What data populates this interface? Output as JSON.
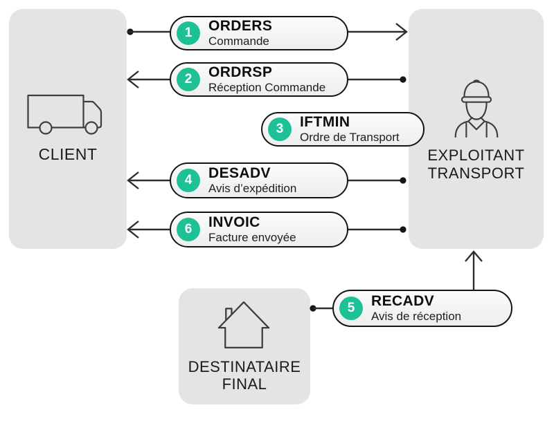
{
  "entities": {
    "client": {
      "label": "CLIENT",
      "icon": "truck-icon"
    },
    "transport_operator": {
      "label": "EXPLOITANT TRANSPORT",
      "icon": "construction-worker-icon"
    },
    "final_recipient": {
      "label": "DESTINATAIRE FINAL",
      "icon": "house-icon"
    }
  },
  "messages": [
    {
      "step": "1",
      "code": "ORDERS",
      "description": "Commande",
      "from": "CLIENT",
      "to": "EXPLOITANT TRANSPORT"
    },
    {
      "step": "2",
      "code": "ORDRSP",
      "description": "Réception Commande",
      "from": "EXPLOITANT TRANSPORT",
      "to": "CLIENT"
    },
    {
      "step": "3",
      "code": "IFTMIN",
      "description": "Ordre de Transport",
      "from": "EXPLOITANT TRANSPORT",
      "to": "EXPLOITANT TRANSPORT"
    },
    {
      "step": "4",
      "code": "DESADV",
      "description": "Avis d’expédition",
      "from": "EXPLOITANT TRANSPORT",
      "to": "CLIENT"
    },
    {
      "step": "6",
      "code": "INVOIC",
      "description": "Facture envoyée",
      "from": "EXPLOITANT TRANSPORT",
      "to": "CLIENT"
    },
    {
      "step": "5",
      "code": "RECADV",
      "description": "Avis de réception",
      "from": "DESTINATAIRE FINAL",
      "to": "EXPLOITANT TRANSPORT"
    }
  ],
  "colors": {
    "accent": "#1ec095",
    "entity_box_fill": "#e4e4e4",
    "pill_fill": "#f3f3f3",
    "pill_border": "#131313",
    "connector": "#2e2e2e"
  }
}
